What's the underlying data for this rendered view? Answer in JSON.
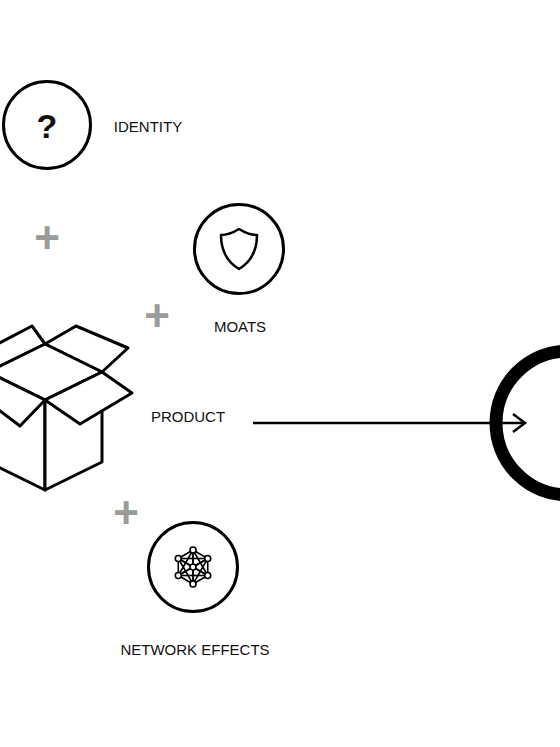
{
  "diagram": {
    "nodes": [
      {
        "text": [
          "?",
          "IDENTITY"
        ]
      },
      {
        "text": [
          "MOATS"
        ]
      },
      {
        "text": [
          "PRODUCT"
        ]
      },
      {
        "text": [
          "NETWORK EFFECTS"
        ]
      }
    ],
    "labels": [
      "+",
      "+",
      "+"
    ]
  }
}
